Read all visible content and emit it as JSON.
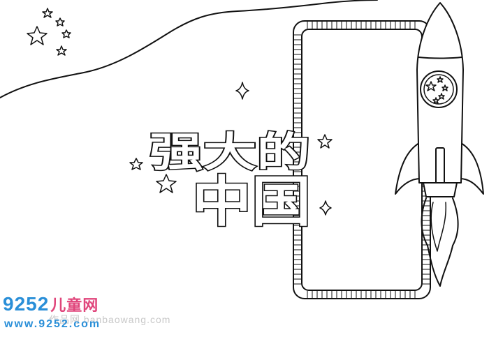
{
  "title": {
    "line1": "强大的",
    "line2": "中国"
  },
  "watermark": {
    "brand_digits": "9252",
    "brand_cn": "儿童网",
    "url": "www.9252.com",
    "faint_text": "作品网 banbaowang.com"
  },
  "colors": {
    "ink": "#111111",
    "watermark_blue": "#2a8fd8",
    "watermark_pink": "#e0457b",
    "background": "#ffffff"
  }
}
